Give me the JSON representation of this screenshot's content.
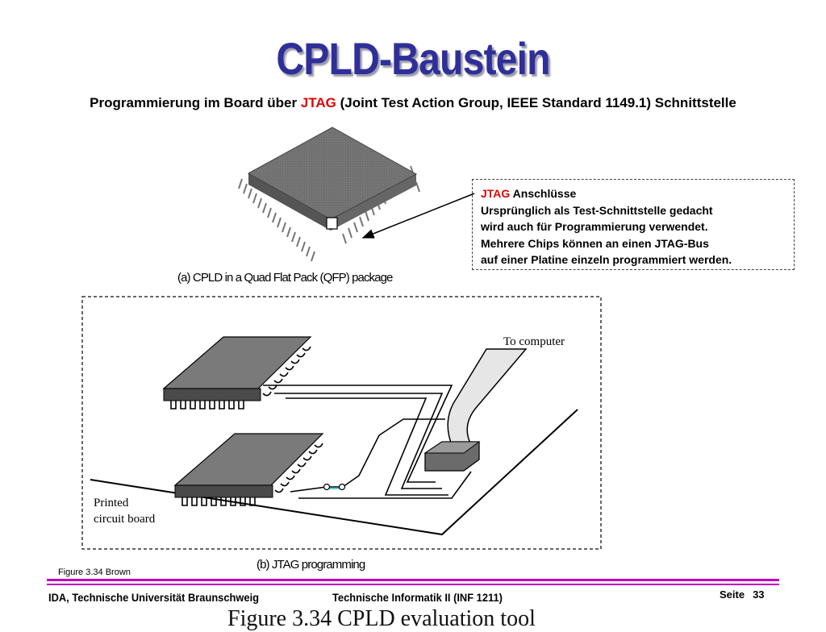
{
  "title": "CPLD-Baustein",
  "subtitle": {
    "part1": "Programmierung im Board über ",
    "jtag": "JTAG",
    "part2": " (Joint Test Action Group, IEEE Standard 1149.1) Schnittstelle"
  },
  "callout": {
    "jtag": "JTAG",
    "line1_rest": " Anschlüsse",
    "line2": "Ursprünglich als Test-Schnittstelle gedacht",
    "line3": "wird auch für Programmierung verwendet.",
    "line4": "Mehrere Chips können an einen JTAG-Bus",
    "line5": "auf einer Platine einzeln programmiert werden."
  },
  "figure_a_caption": "(a) CPLD in a Quad Flat Pack (QFP) package",
  "figure_b": {
    "caption": "(b) JTAG programming",
    "to_computer": "To computer",
    "pcb_line1": "Printed",
    "pcb_line2": "circuit board"
  },
  "figure_note": "Figure 3.34 Brown",
  "footer": {
    "left": "IDA, Technische Universität Braunschweig",
    "center": "Technische Informatik II (INF 1211)",
    "seite": "Seite",
    "page": "33"
  },
  "cutoff_text": "Figure 3.34   CPLD evaluation tool",
  "colors": {
    "title": "#2f2f9a",
    "jtag_highlight": "#e00000",
    "footer_rule": "#c000c0"
  }
}
